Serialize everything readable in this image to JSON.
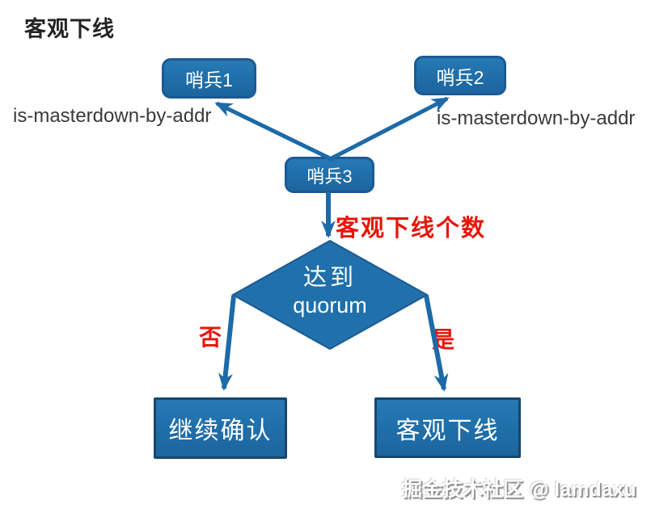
{
  "title": "客观下线",
  "nodes": {
    "sentinel1": {
      "label": "哨兵1"
    },
    "sentinel2": {
      "label": "哨兵2"
    },
    "sentinel3": {
      "label": "哨兵3"
    },
    "decision": {
      "line1": "达到",
      "line2": "quorum"
    },
    "continue_confirm": {
      "label": "继续确认"
    },
    "objective_offline": {
      "label": "客观下线"
    }
  },
  "labels": {
    "left_request": "is-masterdown-by-addr",
    "right_request": "is-masterdown-by-addr",
    "down_count": "客观下线个数",
    "branch_no": "否",
    "branch_yes": "是"
  },
  "watermark": "掘金技术社区 @ lamdaxu",
  "colors": {
    "node_fill": "#2070ab",
    "node_border_rounded": "#1b5a94",
    "node_border_square": "#17466e",
    "arrow": "#1d6aa8",
    "red_label": "#e8150c",
    "title_text": "#242424",
    "edge_label_text": "#3a3a3a",
    "node_text": "#ffffff"
  }
}
